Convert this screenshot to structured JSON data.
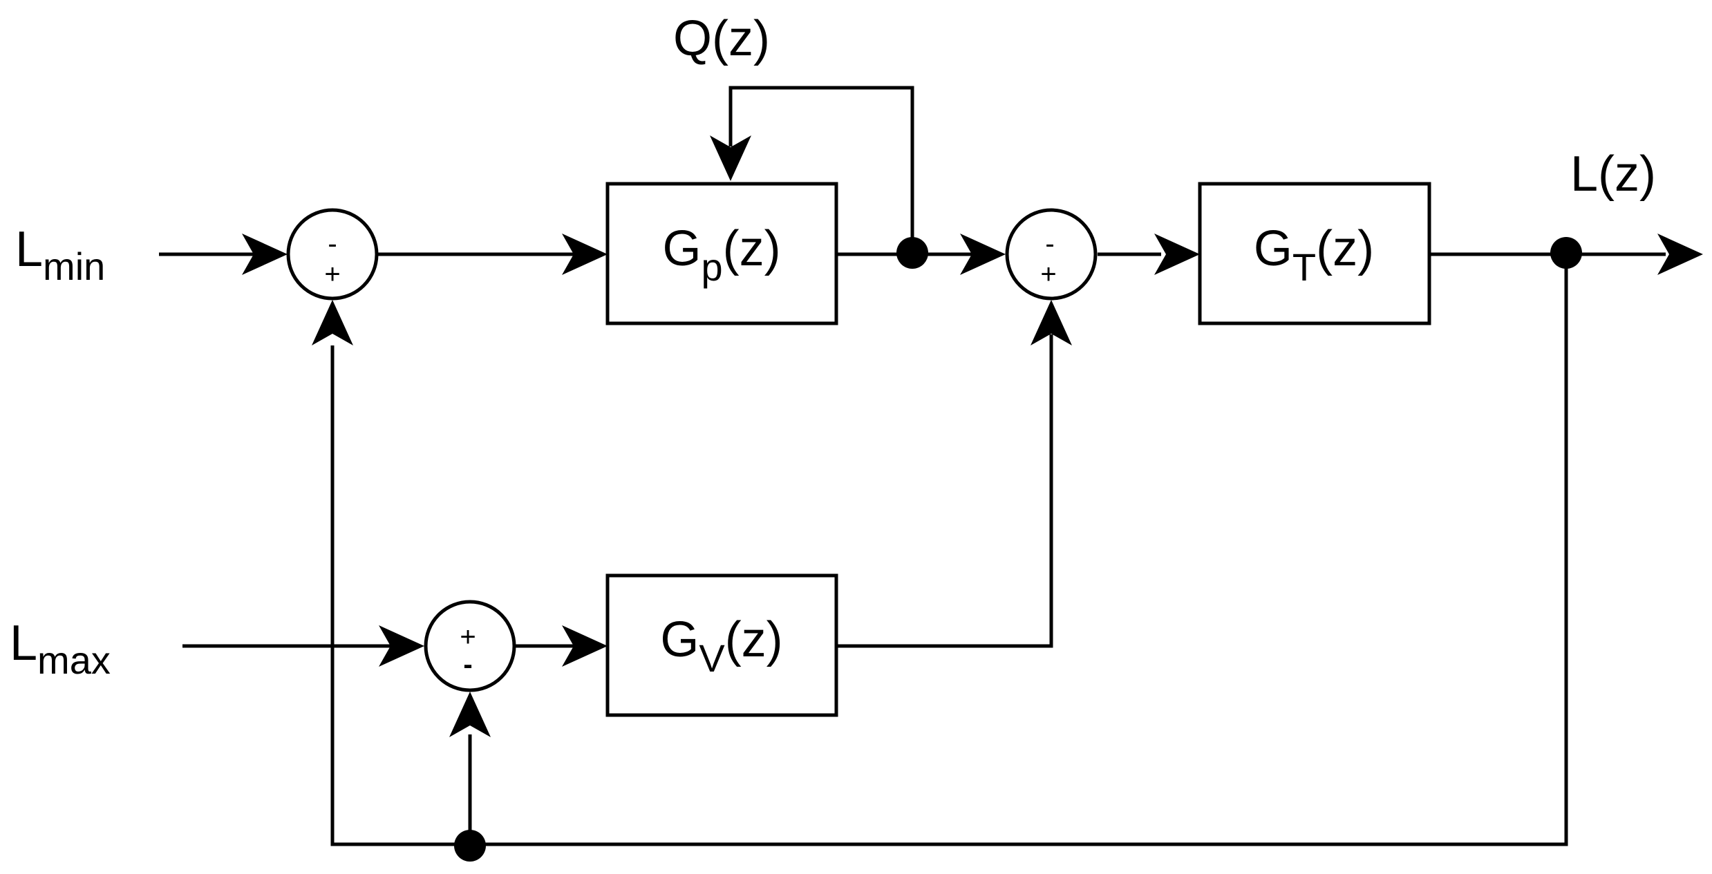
{
  "inputs": {
    "l_min": {
      "base": "L",
      "sub": "min"
    },
    "l_max": {
      "base": "L",
      "sub": "max"
    }
  },
  "disturbance": {
    "label": "Q(z)"
  },
  "output": {
    "label": "L(z)"
  },
  "blocks": {
    "gp": {
      "base": "G",
      "sub": "p",
      "arg": "(z)"
    },
    "gt": {
      "base": "G",
      "sub": "T",
      "arg": "(z)"
    },
    "gv": {
      "base": "G",
      "sub": "V",
      "arg": "(z)"
    }
  },
  "summing_junctions": {
    "sum1": {
      "top_sign": "-",
      "bottom_sign": "+"
    },
    "sum2": {
      "top_sign": "-",
      "bottom_sign": "+"
    },
    "sum3": {
      "top_sign": "+",
      "bottom_sign": "-"
    }
  }
}
